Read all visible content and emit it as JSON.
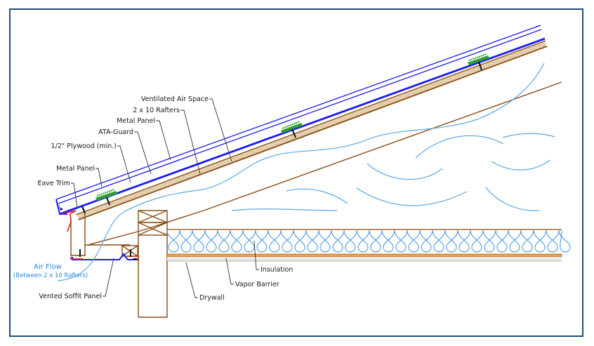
{
  "diagram": {
    "type": "roof eave cross-section detail",
    "labels": {
      "ventilated_air_space": "Ventilated Air Space",
      "rafters": "2 x 10 Rafters",
      "metal_panel_upper": "Metal Panel",
      "ata_guard": "ATA-Guard",
      "plywood": "1/2\" Plywood (min.)",
      "metal_panel_lower": "Metal Panel",
      "eave_trim": "Eave Trim",
      "air_flow": "Air Flow",
      "air_flow_note": "(Between 2 x 10 Rafters)",
      "vented_soffit_panel": "Vented Soffit Panel",
      "insulation": "Insulation",
      "vapor_barrier": "Vapor Barrier",
      "drywall": "Drywall"
    },
    "colors": {
      "frame_border": "#1f4e79",
      "metal_panel": "#1a1aff",
      "wood": "#8a4b14",
      "plywood_fill": "#e3cfae",
      "ata_guard": "#2e9e2e",
      "air_flow": "#5aa8e0",
      "eave_trim": "#e01b1b",
      "insulation": "#3b8fe0",
      "vapor_barrier": "#f0a040",
      "drywall": "#d8d8d8",
      "label_text": "#1a1a1a",
      "air_flow_text": "#2b8ad8"
    }
  }
}
